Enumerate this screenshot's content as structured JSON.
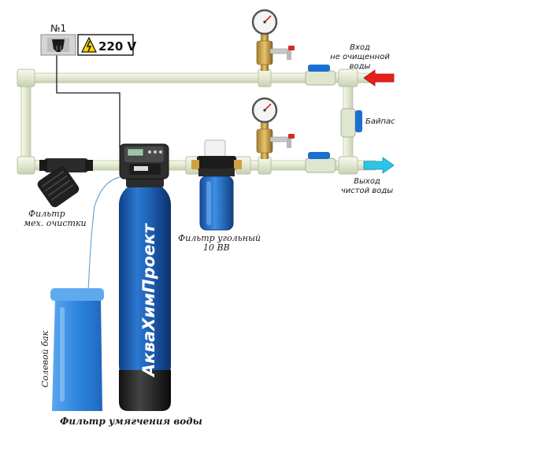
{
  "socket": {
    "number": "№1",
    "voltage": "220 V"
  },
  "labels": {
    "inlet": [
      "Вход",
      "не очищенной",
      "воды"
    ],
    "bypass": "Байпас",
    "outlet": [
      "Выход",
      "чистой воды"
    ],
    "mech_filter": [
      "Фильтр",
      "мех. очистки"
    ],
    "carbon_filter": [
      "Фильтр угольный",
      "10 ВВ"
    ],
    "brine_tank": "Солевой бак",
    "softener": "Фильтр умягчения воды",
    "brand": "АкваХимПроект"
  },
  "colors": {
    "pipe": "#e6ecd6",
    "inlet_arrow": "#e8201c",
    "outlet_arrow": "#29c6ea",
    "tank_blue": "#1f63b8",
    "housing_blue": "#2a7bd6",
    "brine_blue": "#3f8fe0",
    "valve_blue": "#1c6ed0"
  }
}
